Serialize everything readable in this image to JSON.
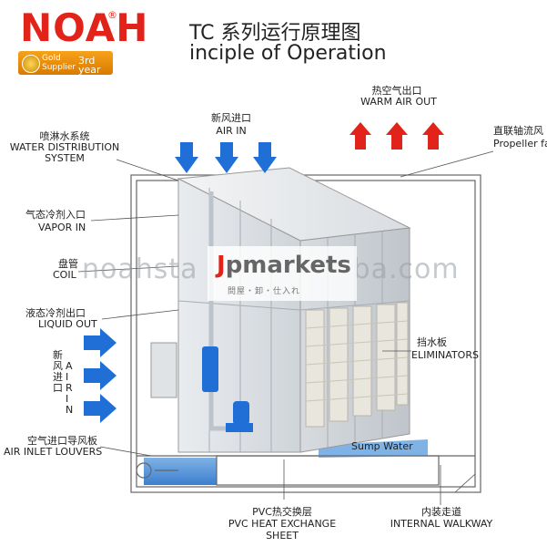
{
  "logo": {
    "text": "NOAH",
    "reg": "®",
    "badge_line1": "Gold",
    "badge_line2": "Supplier",
    "badge_year": "3rd year"
  },
  "title": {
    "cn": "TC 系列运行原理图",
    "en": "inciple of Operation"
  },
  "labels": {
    "warm_air_cn": "热空气出口",
    "warm_air_en": "WARM AIR OUT",
    "propeller_cn": "直联轴流风",
    "propeller_en": "Propeller fa",
    "fresh_air_cn": "新风进口",
    "fresh_air_en": "AIR IN",
    "water_dist_cn": "喷淋水系统",
    "water_dist_en1": "WATER DISTRIBUTION",
    "water_dist_en2": "SYSTEM",
    "vapor_cn": "气态冷剂入口",
    "vapor_en": "VAPOR IN",
    "coil_cn": "盘管",
    "coil_en": "COIL",
    "liquid_cn": "液态冷剂出口",
    "liquid_en": "LIQUID OUT",
    "side_air_cn": "新风进口",
    "side_air_en": "AIR IN",
    "eliminator_cn": "挡水板",
    "eliminator_en": "ELIMINATORS",
    "louvers_cn": "空气进口导风板",
    "louvers_en": "AIR INLET LOUVERS",
    "sump": "Sump Water",
    "pvc_cn": "PVC热交换层",
    "pvc_en1": "PVC HEAT EXCHANGE",
    "pvc_en2": "SHEET",
    "walkway_cn": "内装走道",
    "walkway_en": "INTERNAL WALKWAY"
  },
  "watermark": {
    "site": "noahsta",
    "site2": "ba.com",
    "brand_j": "J",
    "brand_rest": "pmarkets",
    "sub": "問屋・卸・仕入れ"
  },
  "colors": {
    "arrow_red": "#e2231a",
    "arrow_blue": "#1f6fd6",
    "logo_red": "#e2231a",
    "badge": "#f39a17"
  }
}
